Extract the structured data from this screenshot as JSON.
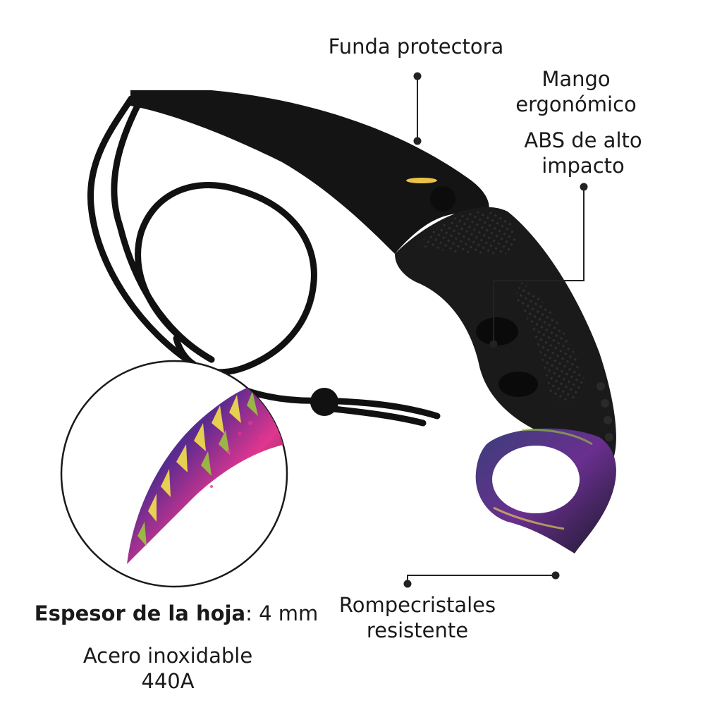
{
  "labels": {
    "funda": "Funda protectora",
    "mango_line1": "Mango",
    "mango_line2": "ergonómico",
    "abs_line1": "ABS de alto",
    "abs_line2": "impacto",
    "rompe_line1": "Rompecristales",
    "rompe_line2": "resistente",
    "espesor_label": "Espesor de la hoja",
    "espesor_sep": ":",
    "espesor_value": "4 mm",
    "acero_line1": "Acero inoxidable",
    "acero_line2": "440A"
  },
  "icons": {
    "product": "karambit-knife-with-sheath",
    "cord": "lanyard-cord",
    "zoom": "blade-closeup-circle"
  },
  "colors": {
    "text": "#1a1a1a",
    "sheath": "#141414",
    "callout": "#222222",
    "blade_purple": "#5b2b8f",
    "blade_green": "#9ccc3a",
    "blade_yellow": "#f3e24c",
    "blade_pink": "#e0368f",
    "blade_blue": "#1e3a8a"
  }
}
